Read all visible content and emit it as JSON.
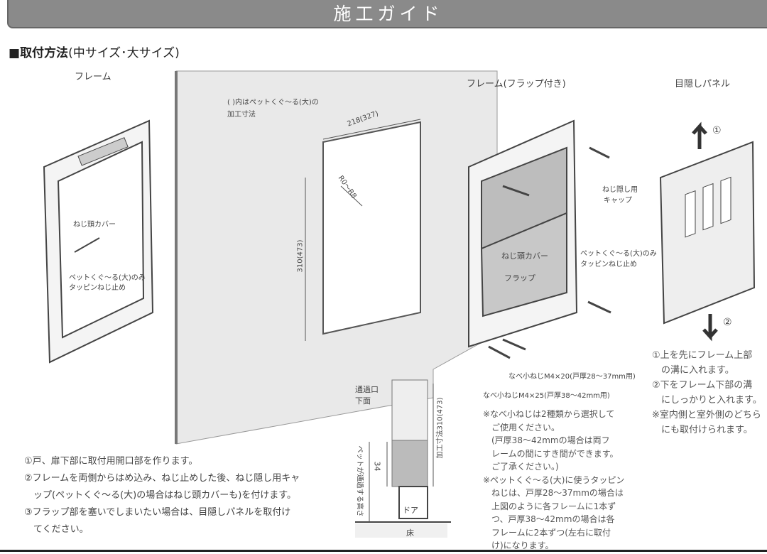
{
  "header": {
    "title": "施工ガイド"
  },
  "section": {
    "marker": "■",
    "title": "取付方法",
    "subtitle": "(中サイズ･大サイズ)"
  },
  "labels": {
    "frame": "フレーム",
    "frame_flap": "フレーム(フラップ付き)",
    "blind_panel": "目隠しパネル",
    "screw_cover": "ねじ頭カバー",
    "tapping_note_l1": "ペットくぐ〜る(大)のみ",
    "tapping_note_l2": "タッピンねじ止め",
    "dimension_note_l1": "( )内はペットくぐ〜る(大)の",
    "dimension_note_l2": "加工寸法",
    "width_dim": "218(327)",
    "height_dim": "310(473)",
    "corner_radius": "R0〜R8",
    "screw_cap_l1": "ねじ隠し用",
    "screw_cap_l2": "キャップ",
    "screw_cover_r": "ねじ頭カバー",
    "flap": "フラップ",
    "tapping_note_r1": "ペットくぐ〜る(大)のみ",
    "tapping_note_r2": "タッピンねじ止め",
    "screw_m4x20": "なべ小ねじM4×20(戸厚28〜37mm用)",
    "screw_m4x25": "なべ小ねじM4×25(戸厚38〜42mm用)",
    "step_1_num": "①",
    "step_2_num": "②",
    "passage_l1": "通過口",
    "passage_l2": "下面",
    "cut_dim": "加工寸法310(473)",
    "pet_height": "ペットが通過する高さ",
    "dim_34": "34",
    "door": "ドア",
    "floor": "床"
  },
  "steps": [
    "①戸、扉下部に取付用開口部を作ります。",
    "②フレームを両側からはめ込み、ねじ止めした後、ねじ隠し用キャ",
    "　ップ(ペットくぐ〜る(大)の場合はねじ頭カバーも)を付けます。",
    "③フラップ部を塞いでしまいたい場合は、目隠しパネルを取付け",
    "　てください。"
  ],
  "notes": [
    "※なべ小ねじは2種類から選択して",
    "　ご使用ください。",
    "　(戸厚38〜42mmの場合は両フ",
    "　レームの間にすき間ができます。",
    "　ご了承ください。)",
    "※ペットくぐ〜る(大)に使うタッピン",
    "　ねじは、戸厚28〜37mmの場合は",
    "　上図のように各フレームに1本ず",
    "　つ、戸厚38〜42mmの場合は各",
    "　フレームに2本ずつ(左右に取付",
    "　け)になります。"
  ],
  "panel_steps": [
    "①上を先にフレーム上部",
    "　の溝に入れます。",
    "②下をフレーム下部の溝",
    "　にしっかりと入れます。",
    "※室内側と室外側のどちら",
    "　にも取付けられます。"
  ],
  "colors": {
    "header": "#8a8a8a",
    "wall": "#e8e8e8",
    "flap": "#bdbdbd"
  }
}
